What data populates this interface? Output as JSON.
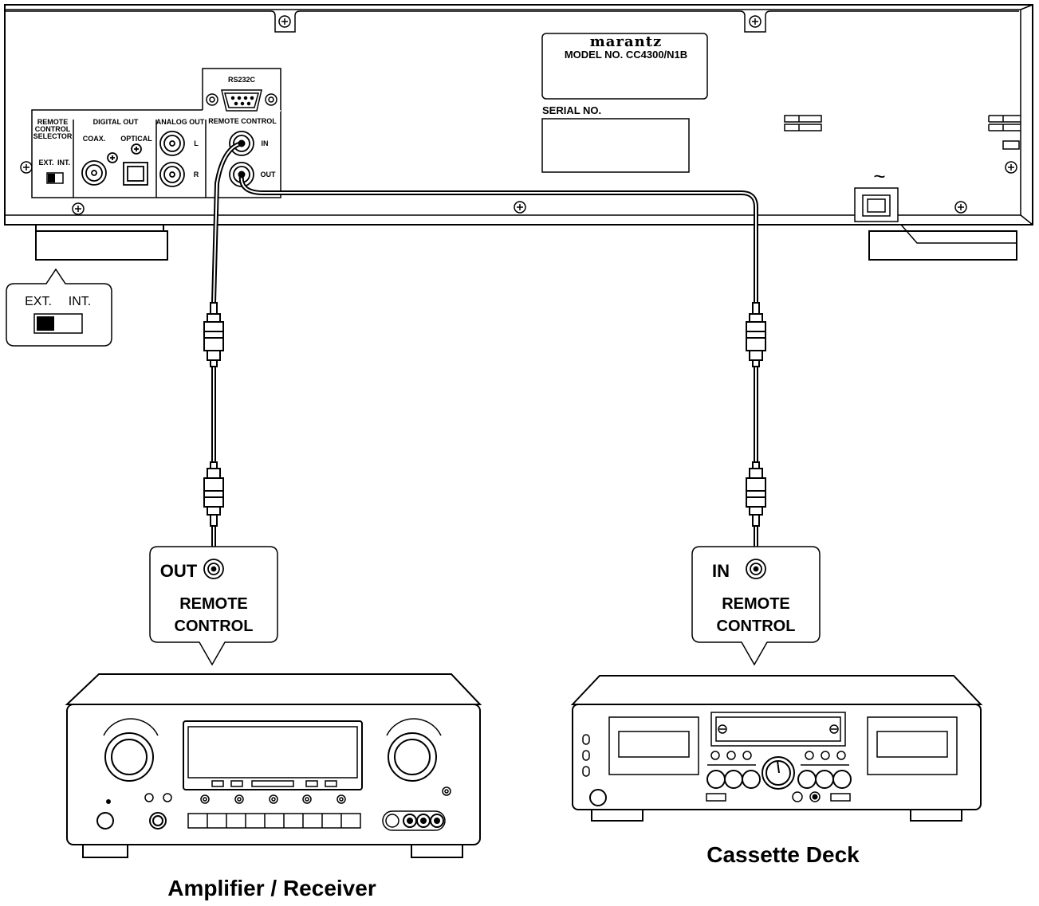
{
  "rear_panel": {
    "brand": "marantz",
    "model": "MODEL NO. CC4300/N1B",
    "serial_label": "SERIAL NO.",
    "rs232c": "RS232C",
    "remote_control_header": "REMOTE CONTROL",
    "rc_in": "IN",
    "rc_out": "OUT",
    "selector_title_1": "REMOTE",
    "selector_title_2": "CONTROL",
    "selector_title_3": "SELECTOR",
    "ext": "EXT.",
    "int": "INT.",
    "digital_out": "DIGITAL OUT",
    "coax": "COAX.",
    "optical": "OPTICAL",
    "analog_out": "ANALOG OUT",
    "ch_l": "L",
    "ch_r": "R",
    "ac_symbol": "~"
  },
  "selector_callout": {
    "ext": "EXT.",
    "int": "INT."
  },
  "amp_bubble": {
    "jack": "OUT",
    "line1": "REMOTE",
    "line2": "CONTROL"
  },
  "deck_bubble": {
    "jack": "IN",
    "line1": "REMOTE",
    "line2": "CONTROL"
  },
  "captions": {
    "amplifier": "Amplifier / Receiver",
    "cassette": "Cassette Deck"
  }
}
